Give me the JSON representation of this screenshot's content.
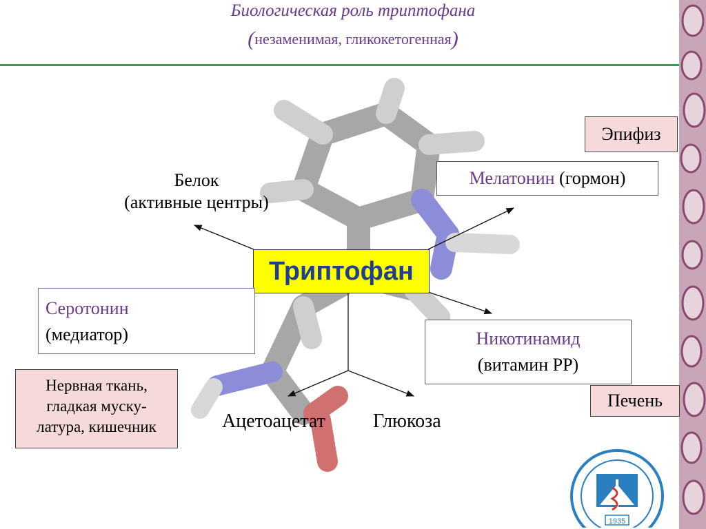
{
  "slide": {
    "title_line1": "Биологическая роль триптофана",
    "title_line2_open": "(",
    "title_line2_text": "незаменимая, гликокетогенная",
    "title_line2_close": ")"
  },
  "center": {
    "label": "Триптофан"
  },
  "products": {
    "protein_line1": "Белок",
    "protein_line2": "(активные центры)",
    "melatonin_name": "Мелатонин",
    "melatonin_note": " (гормон)",
    "serotonin_name": "Серотонин",
    "serotonin_note": "(медиатор)",
    "nicotinamide_name": "Никотинамид",
    "nicotinamide_note": "(витамин РР)",
    "acetoacetate": "Ацетоацетат",
    "glucose": "Глюкоза"
  },
  "locations": {
    "epiphysis": "Эпифиз",
    "liver": "Печень",
    "nerve_line1": "Нервная ткань,",
    "nerve_line2": "гладкая муску-",
    "nerve_line3": "латура, кишечник"
  },
  "logo": {
    "year": "1935"
  },
  "colors": {
    "title": "#6a3a8a",
    "divider": "#2e9f57",
    "center_fill": "#ffff00",
    "center_text": "#1f3f8f",
    "organ_fill": "#f6dadb"
  }
}
